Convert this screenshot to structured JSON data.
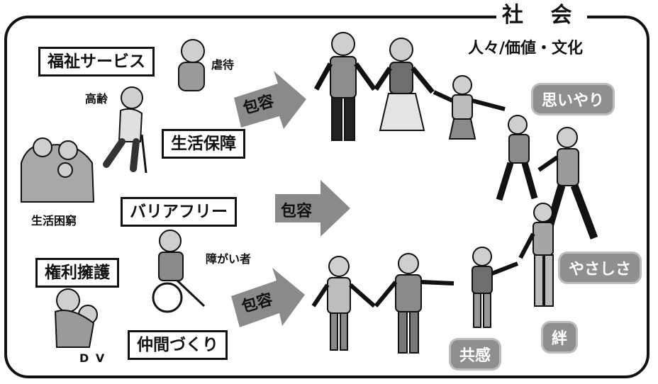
{
  "header": {
    "title": "社 会",
    "subtitle": "人々/価値・文化"
  },
  "services": {
    "welfare": "福祉サービス",
    "livelihood": "生活保障",
    "barrier_free": "バリアフリー",
    "advocacy": "権利擁護",
    "community": "仲間づくり"
  },
  "labels": {
    "abuse": "虐待",
    "elderly": "高齢",
    "poverty": "生活困窮",
    "disabled": "障がい者",
    "dv": "D V"
  },
  "arrows": {
    "top": "包容",
    "middle": "包容",
    "bottom": "包容"
  },
  "values": {
    "compassion": "思いやり",
    "kindness": "やさしさ",
    "bond": "絆",
    "empathy": "共感"
  }
}
